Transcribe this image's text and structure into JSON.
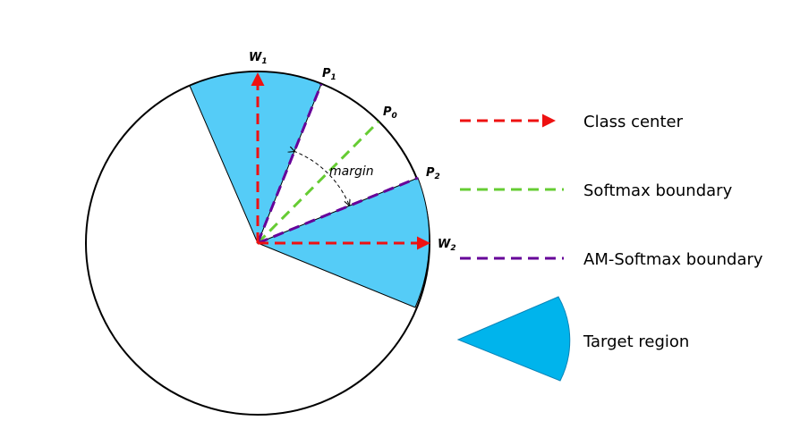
{
  "colors": {
    "class_center": "#ee1111",
    "softmax_boundary": "#66cc33",
    "am_softmax_boundary": "#660099",
    "target_region": "#55ccf7",
    "legend_target_region": "#00b4ec",
    "circle_stroke": "#000000"
  },
  "vectors": {
    "w1": {
      "main": "W",
      "sub": "1"
    },
    "w2": {
      "main": "W",
      "sub": "2"
    },
    "p0": {
      "main": "P",
      "sub": "0"
    },
    "p1": {
      "main": "P",
      "sub": "1"
    },
    "p2": {
      "main": "P",
      "sub": "2"
    }
  },
  "margin_label": "margin",
  "legend": {
    "class_center": "Class center",
    "softmax_boundary": "Softmax boundary",
    "am_softmax_boundary": "AM-Softmax boundary",
    "target_region": "Target region"
  }
}
